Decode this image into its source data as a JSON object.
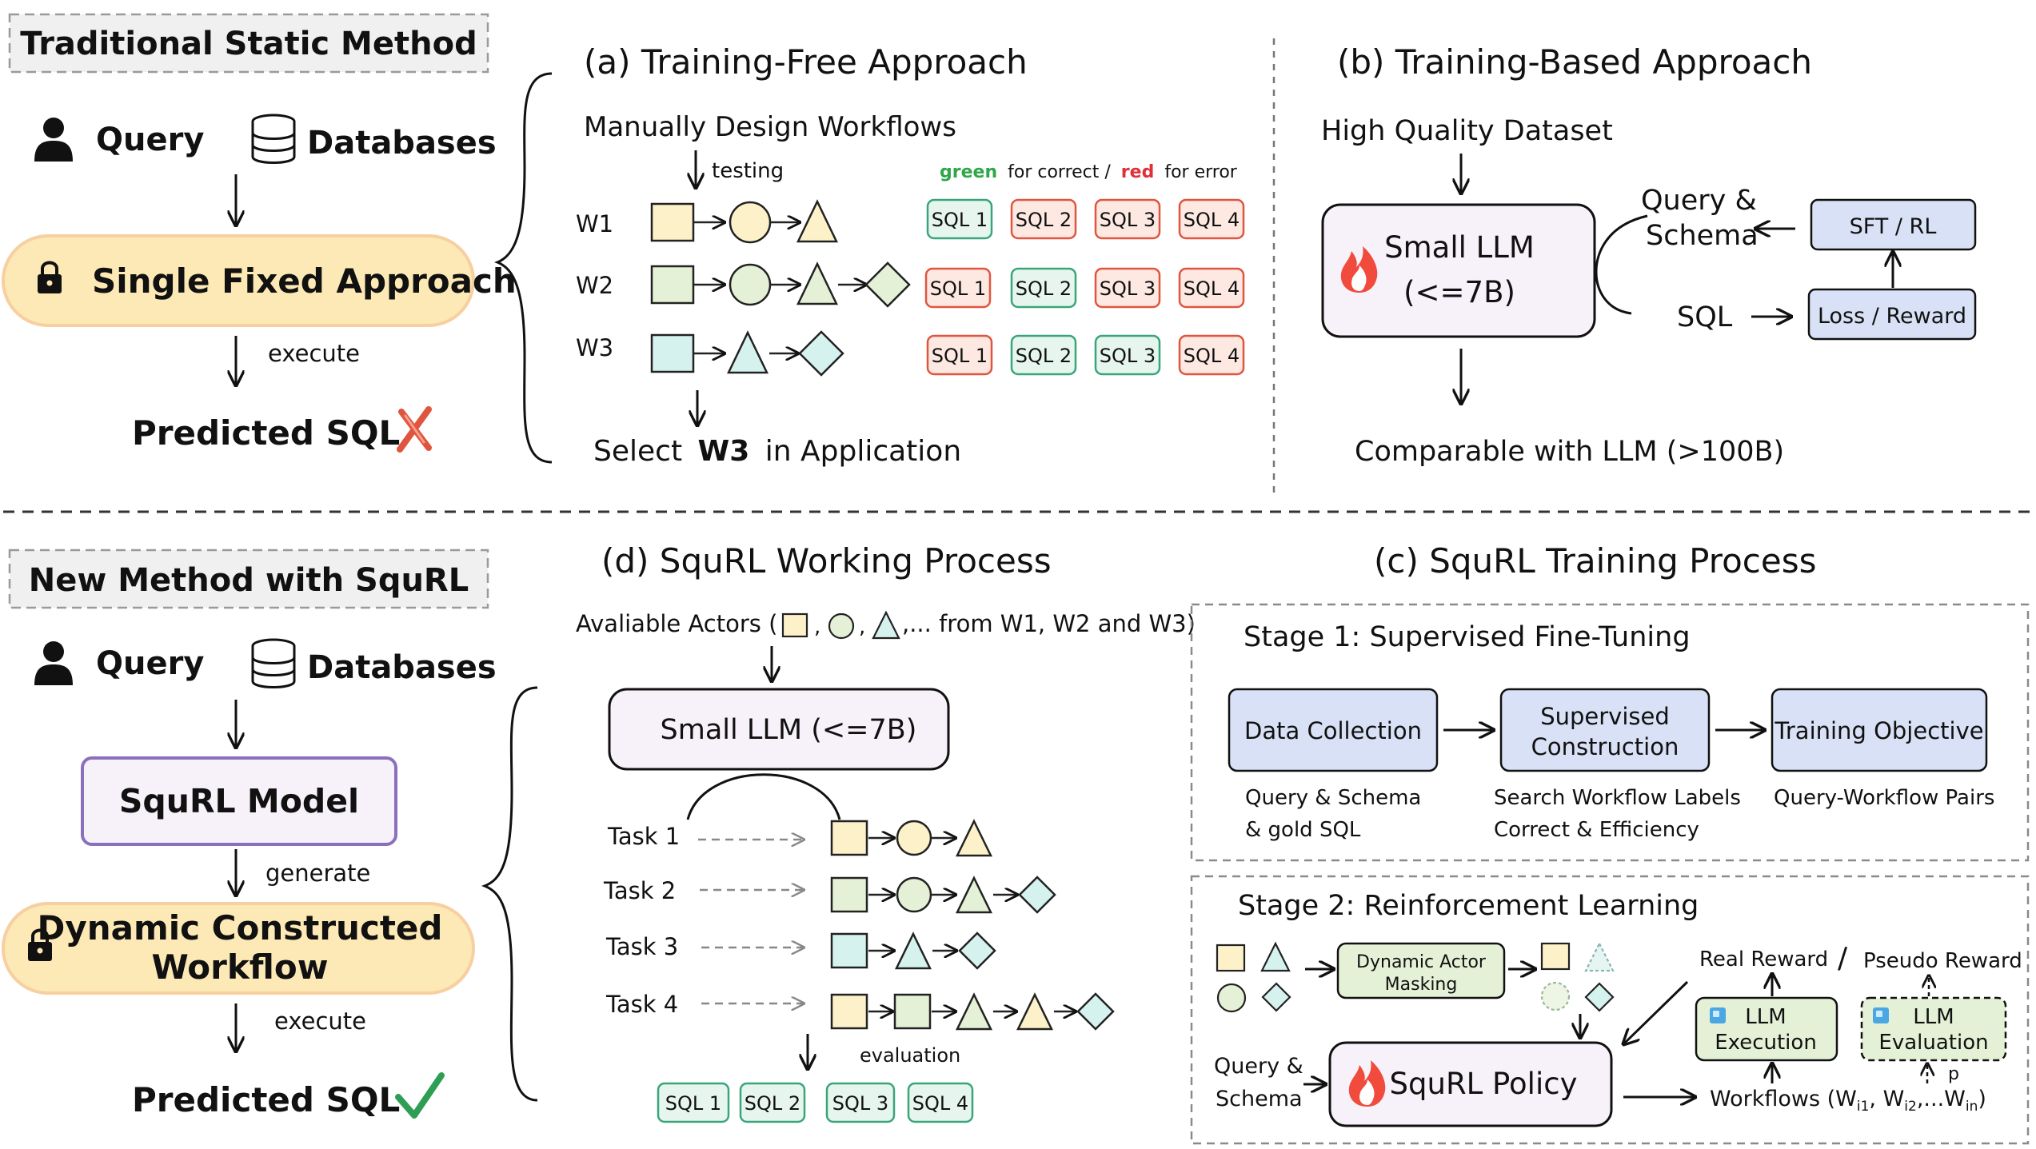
{
  "top": {
    "section_label": "Traditional Static Method",
    "query": "Query",
    "databases": "Databases",
    "approach": "Single Fixed Approach",
    "execute": "execute",
    "predicted": "Predicted SQL"
  },
  "panel_a": {
    "title": "(a) Training-Free Approach",
    "manual": "Manually Design  Workflows",
    "testing": "testing",
    "legend": {
      "green": "green",
      "green_rest": "for correct /",
      "red": "red",
      "red_rest": "for error"
    },
    "rows": [
      "W1",
      "W2",
      "W3"
    ],
    "sql_labels": [
      "SQL 1",
      "SQL 2",
      "SQL 3",
      "SQL 4"
    ],
    "select_pre": "Select",
    "select_bold": "W3",
    "select_post": "in Application"
  },
  "panel_b": {
    "title": "(b) Training-Based Approach",
    "dataset": "High Quality Dataset",
    "llm_line1": "Small LLM",
    "llm_line2": "(<=7B)",
    "qs_line1": "Query &",
    "qs_line2": "Schema",
    "sql": "SQL",
    "sft": "SFT / RL",
    "loss": "Loss / Reward",
    "comparable": "Comparable with LLM (>100B)"
  },
  "bottom": {
    "section_label": "New Method with SquRL",
    "query": "Query",
    "databases": "Databases",
    "model": "SquRL Model",
    "generate": "generate",
    "dyn_line1": "Dynamic Constructed",
    "dyn_line2": "Workflow",
    "execute": "execute",
    "predicted": "Predicted SQL"
  },
  "panel_d": {
    "title": "(d) SquRL Working Process",
    "actors_pre": "Avaliable Actors (",
    "actors_post": ",... from W1, W2 and W3)",
    "llm": "Small LLM (<=7B)",
    "tasks": [
      "Task 1",
      "Task 2",
      "Task 3",
      "Task 4"
    ],
    "evaluation": "evaluation",
    "sql_labels": [
      "SQL 1",
      "SQL 2",
      "SQL 3",
      "SQL 4"
    ]
  },
  "panel_c": {
    "title": "(c) SquRL Training Process",
    "stage1": "Stage 1: Supervised Fine-Tuning",
    "data_collection": "Data Collection",
    "sup_line1": "Supervised",
    "sup_line2": "Construction",
    "objective": "Training Objective",
    "dc_sub1": "Query & Schema",
    "dc_sub2": "& gold SQL",
    "sc_sub1": "Search Workflow Labels",
    "sc_sub2": "Correct & Efficiency",
    "obj_sub": "Query-Workflow Pairs",
    "stage2": "Stage 2: Reinforcement Learning",
    "mask_line1": "Dynamic Actor",
    "mask_line2": "Masking",
    "qs_line1": "Query &",
    "qs_line2": "Schema",
    "policy": "SquRL Policy",
    "real_reward": "Real Reward",
    "slash": "/",
    "pseudo_reward": "Pseudo Reward",
    "exec_line1": "LLM",
    "exec_line2": "Execution",
    "eval_line1": "LLM",
    "eval_line2": "Evaluation",
    "p": "p",
    "workflows": "Workflows (W",
    "w_i1": "i1",
    "w_sep1": ", W",
    "w_i2": "i2",
    "w_sep2": ",...W",
    "w_in": "in",
    "w_close": ")"
  },
  "colors": {
    "yellow_fill": "#fdf1c9",
    "green_fill": "#e4f1d6",
    "cyan_fill": "#d5f2ef",
    "blue_fill": "#d8e1f5",
    "lavender_fill": "#f7f1f9",
    "correct": "#3aa57a",
    "error": "#e0553e"
  }
}
